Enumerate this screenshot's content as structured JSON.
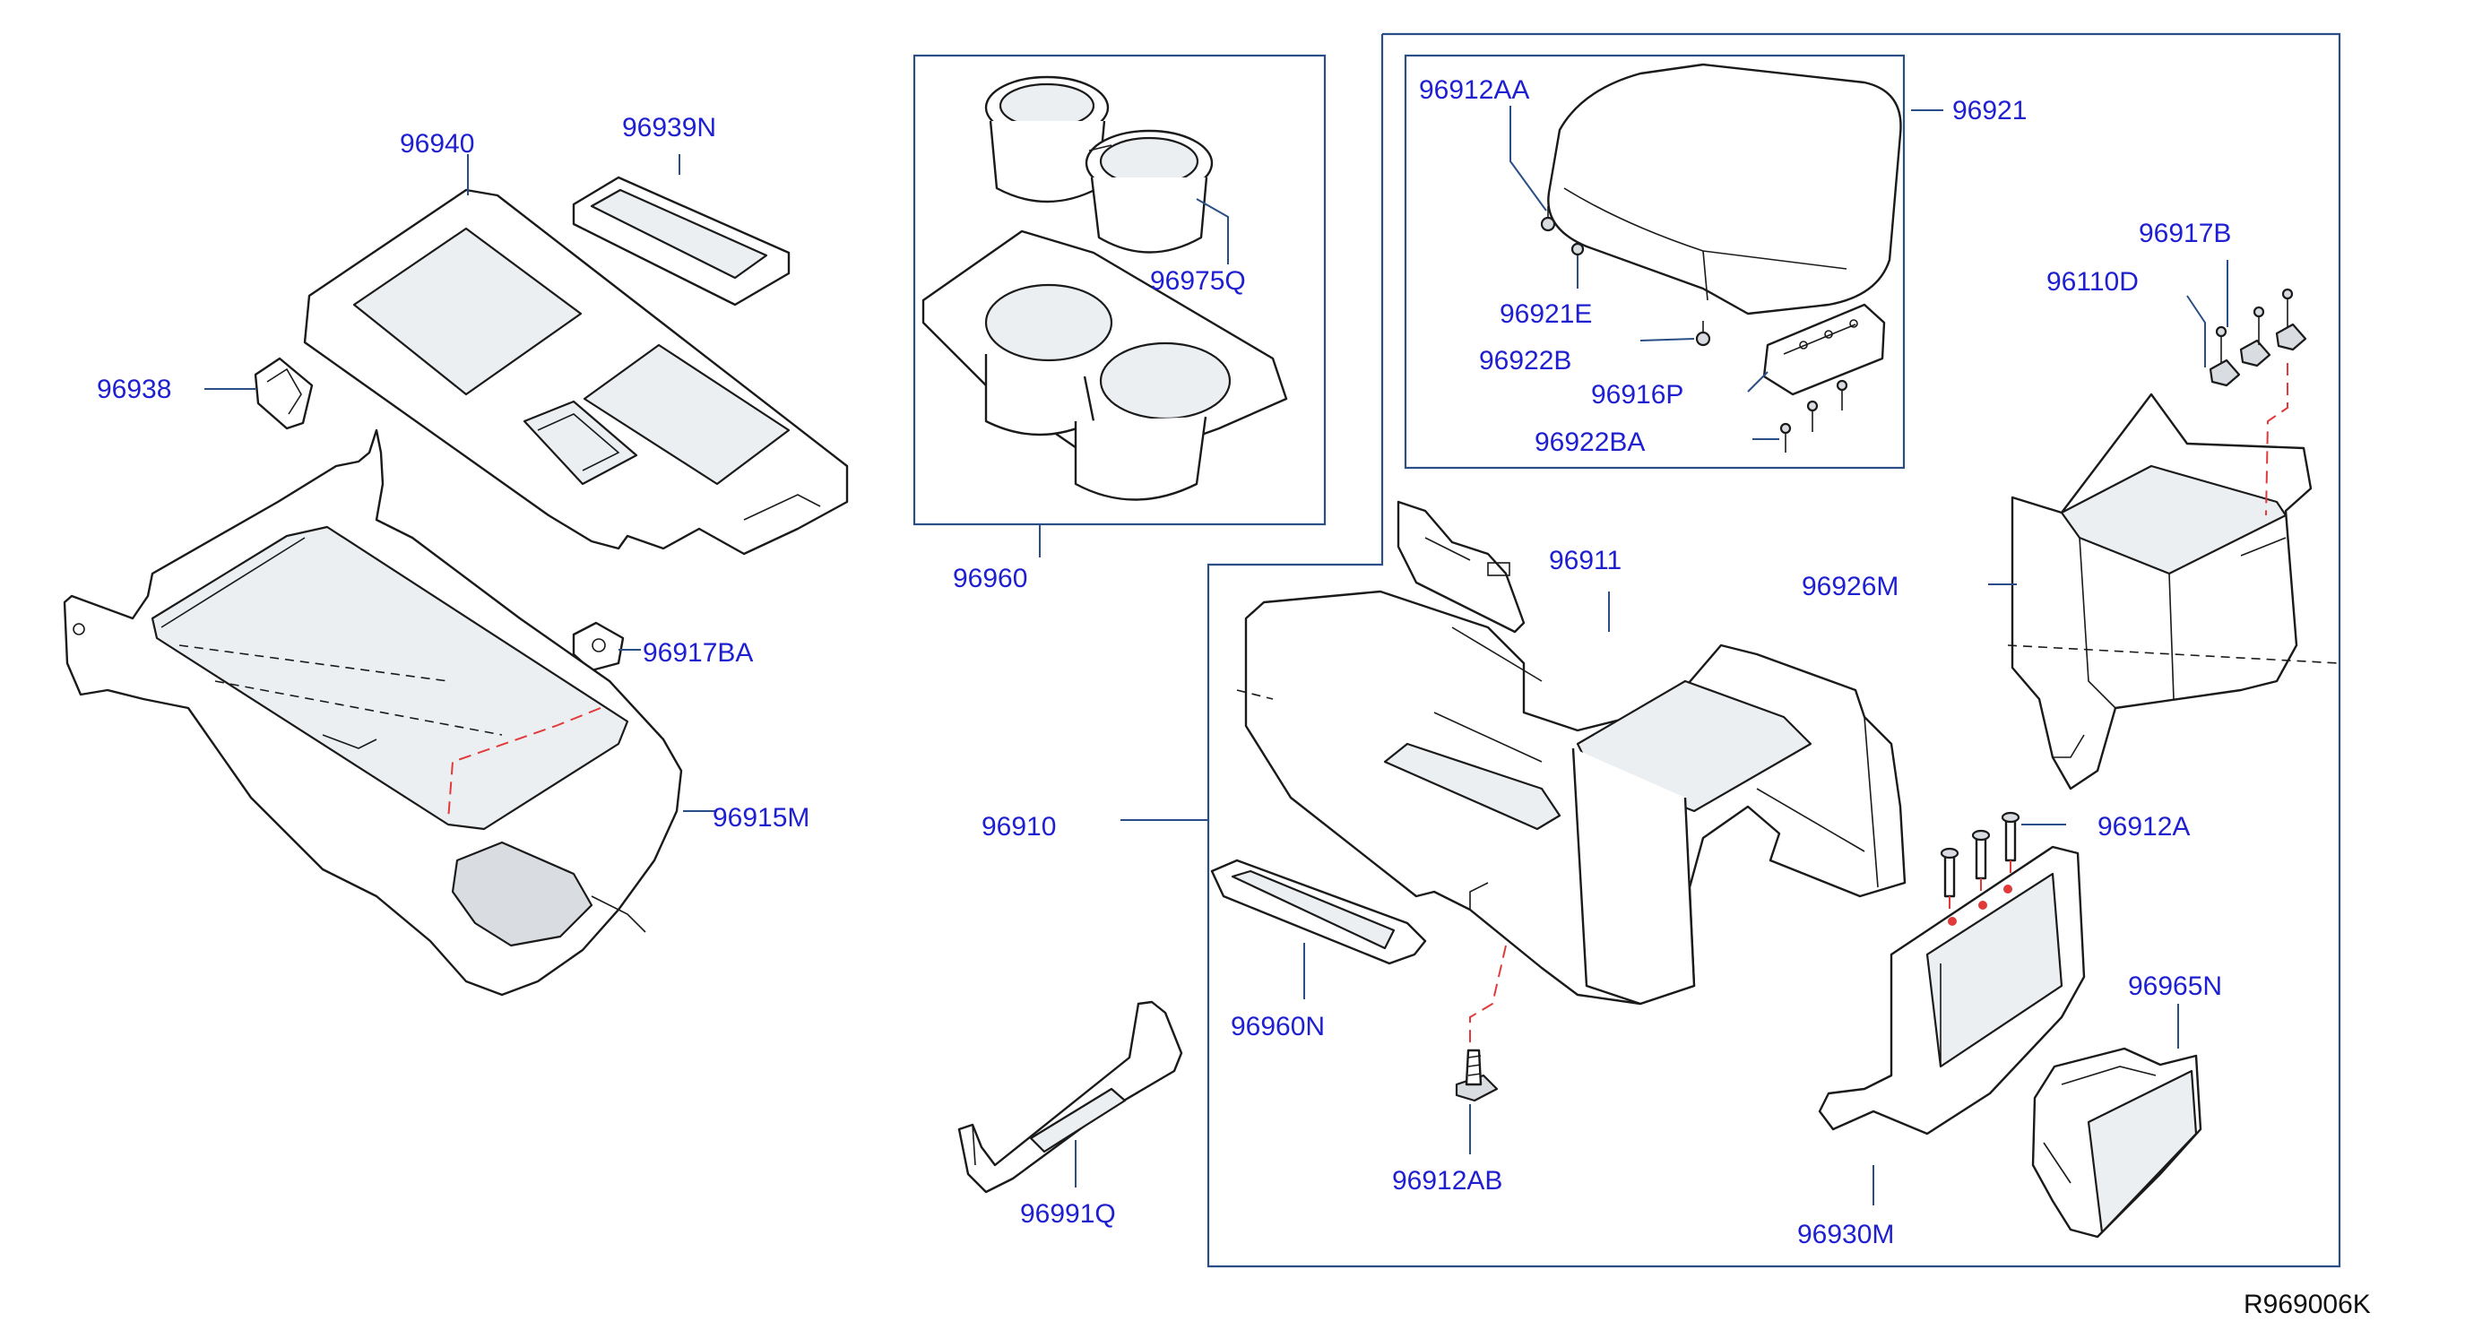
{
  "diagram": {
    "reference_code": "R969006K",
    "labels": {
      "p96940": "96940",
      "p96939N": "96939N",
      "p96938": "96938",
      "p96917BA": "96917BA",
      "p96915M": "96915M",
      "p96960": "96960",
      "p96975Q": "96975Q",
      "p96912AA": "96912AA",
      "p96921": "96921",
      "p96921E": "96921E",
      "p96922B": "96922B",
      "p96916P": "96916P",
      "p96922BA": "96922BA",
      "p96917B": "96917B",
      "p96110D": "96110D",
      "p96911": "96911",
      "p96926M": "96926M",
      "p96910": "96910",
      "p96912A": "96912A",
      "p96960N": "96960N",
      "p96965N": "96965N",
      "p96912AB": "96912AB",
      "p96930M": "96930M",
      "p96991Q": "96991Q"
    },
    "colors": {
      "label_text": "#1f1fd2",
      "leader_line": "#2a4f86",
      "outline": "#1a1a1a",
      "alignment_dash": "#e23a3a"
    }
  }
}
